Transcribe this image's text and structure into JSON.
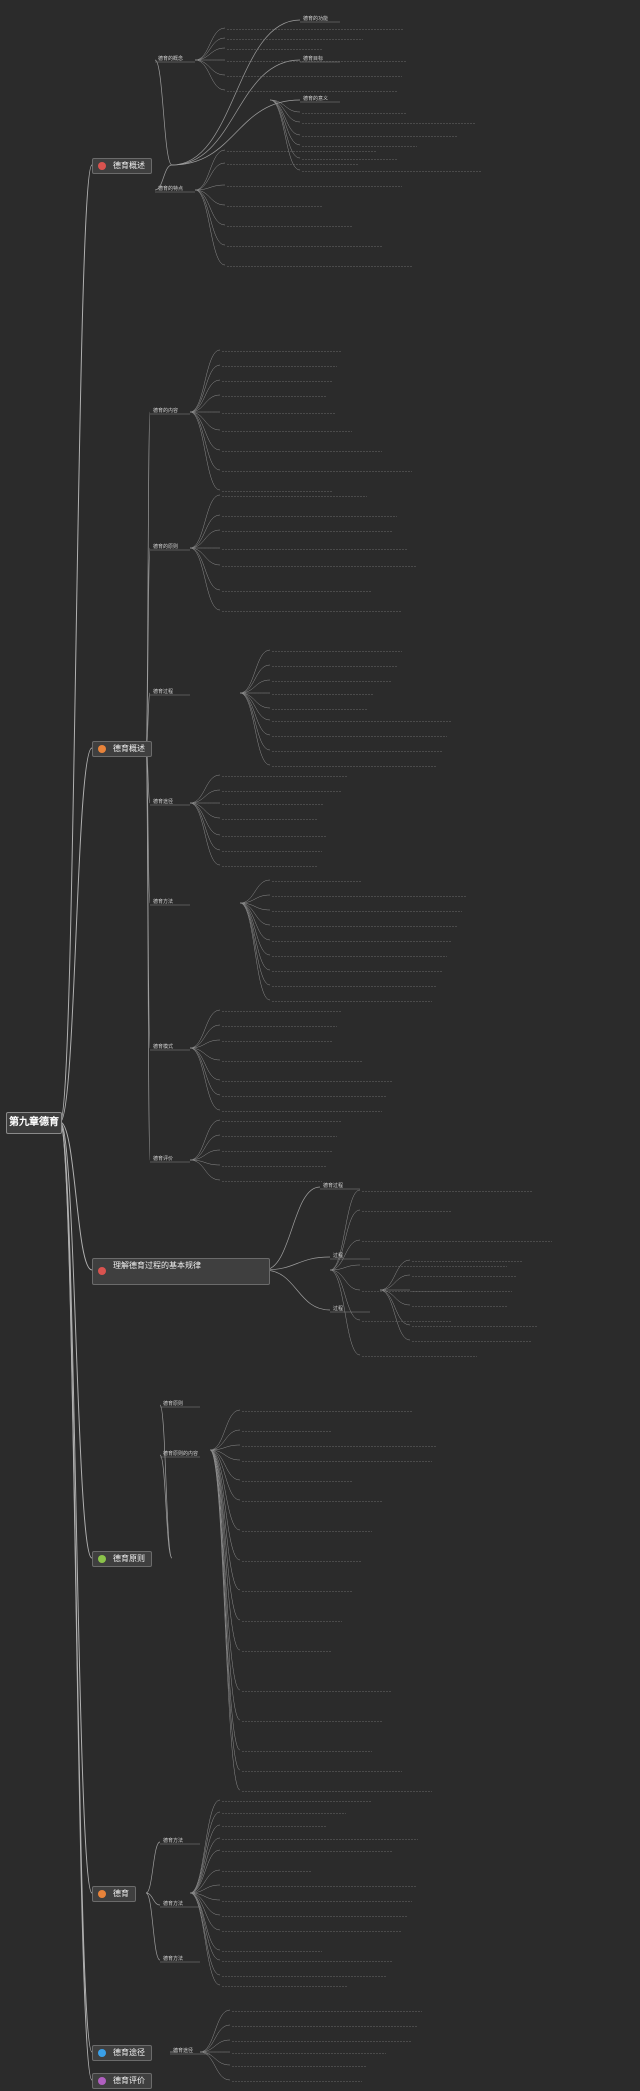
{
  "root": {
    "title": "第九章德育"
  },
  "topics": [
    {
      "id": "t1",
      "label": "德育概述",
      "color": "#d9534f"
    },
    {
      "id": "t2",
      "label": "德育概述",
      "color": "#e8833a"
    },
    {
      "id": "t3",
      "label": "理解德育过程的基本规律",
      "color": "#d9534f"
    },
    {
      "id": "t4",
      "label": "德育原则",
      "color": "#8bc34a"
    },
    {
      "id": "t5",
      "label": "德育",
      "color": "#e8833a"
    },
    {
      "id": "t6",
      "label": "德育途径",
      "color": "#3aa0e8"
    },
    {
      "id": "t7",
      "label": "德育评价",
      "color": "#b05fc0"
    }
  ],
  "subs": {
    "t1": [
      "德育的概念",
      "德育的特点",
      "德育的功能",
      "德育目标",
      "德育的意义"
    ],
    "t2": [
      "德育的内容",
      "德育的原则",
      "德育过程",
      "德育途径",
      "德育方法",
      "德育模式",
      "德育评价"
    ],
    "t3": [
      "德育过程",
      "过程",
      "过程"
    ],
    "t4": [
      "德育原则",
      "德育原则的内容"
    ],
    "t5": [
      "德育方法",
      "德育方法",
      "德育方法"
    ],
    "t6": [
      "德育途径"
    ]
  }
}
